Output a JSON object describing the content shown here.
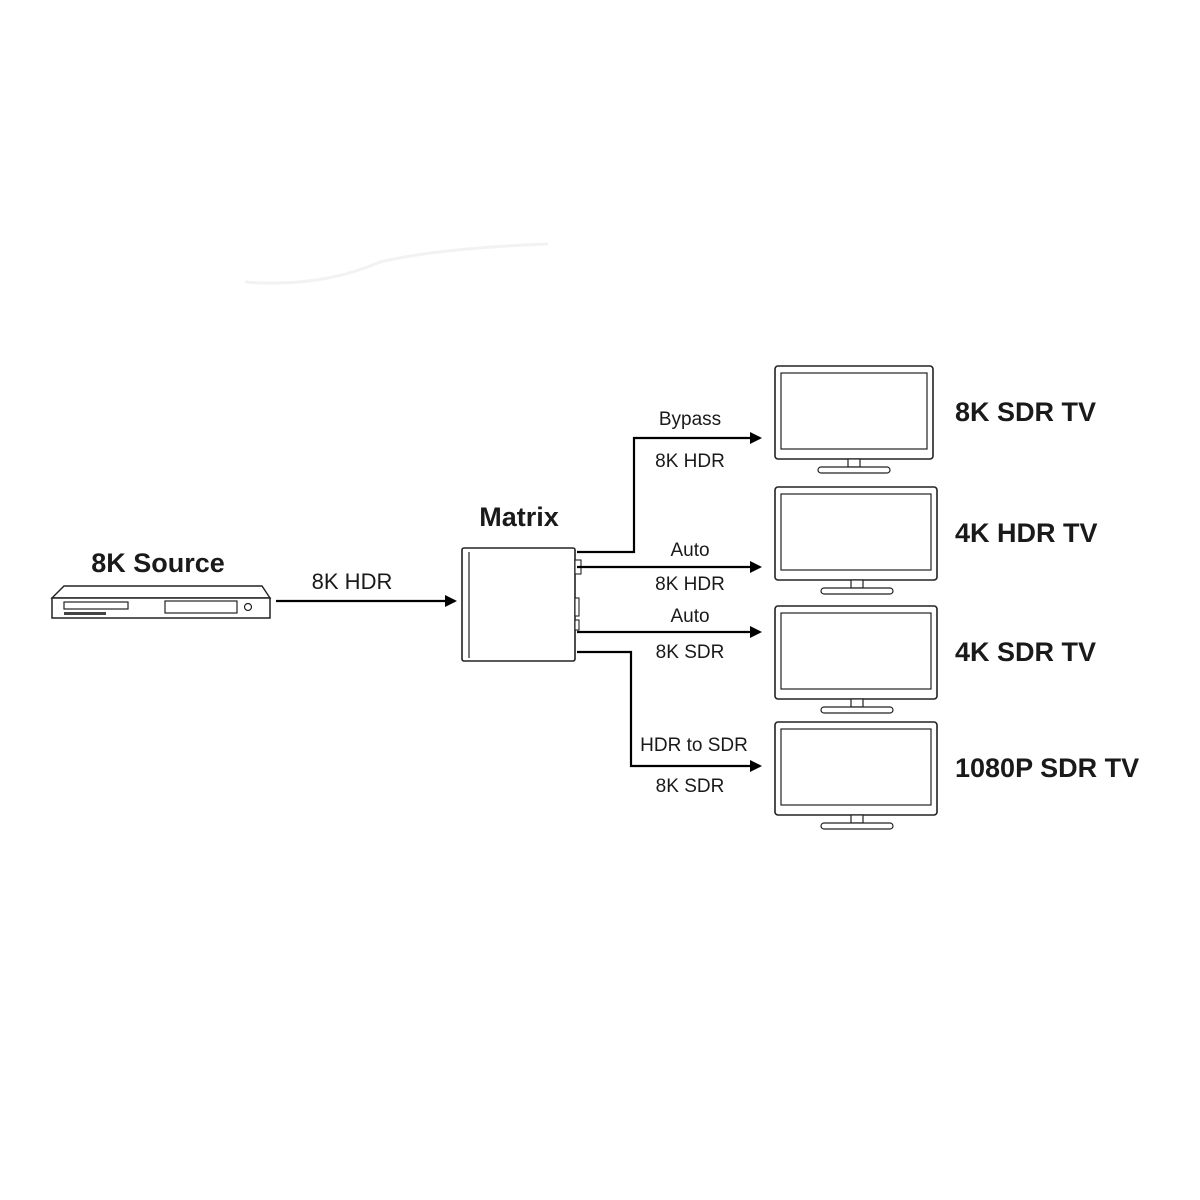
{
  "source": {
    "label": "8K Source",
    "link_label": "8K HDR"
  },
  "matrix": {
    "label": "Matrix"
  },
  "outputs": [
    {
      "mode": "Bypass",
      "signal": "8K HDR",
      "display": "8K SDR TV"
    },
    {
      "mode": "Auto",
      "signal": "8K HDR",
      "display": "4K HDR TV"
    },
    {
      "mode": "Auto",
      "signal": "8K SDR",
      "display": "4K SDR TV"
    },
    {
      "mode": "HDR to SDR",
      "signal": "8K SDR",
      "display": "1080P SDR TV"
    }
  ],
  "icons": {
    "source": "blu-ray-player-icon",
    "matrix": "matrix-switch-icon",
    "display": "tv-monitor-icon"
  }
}
